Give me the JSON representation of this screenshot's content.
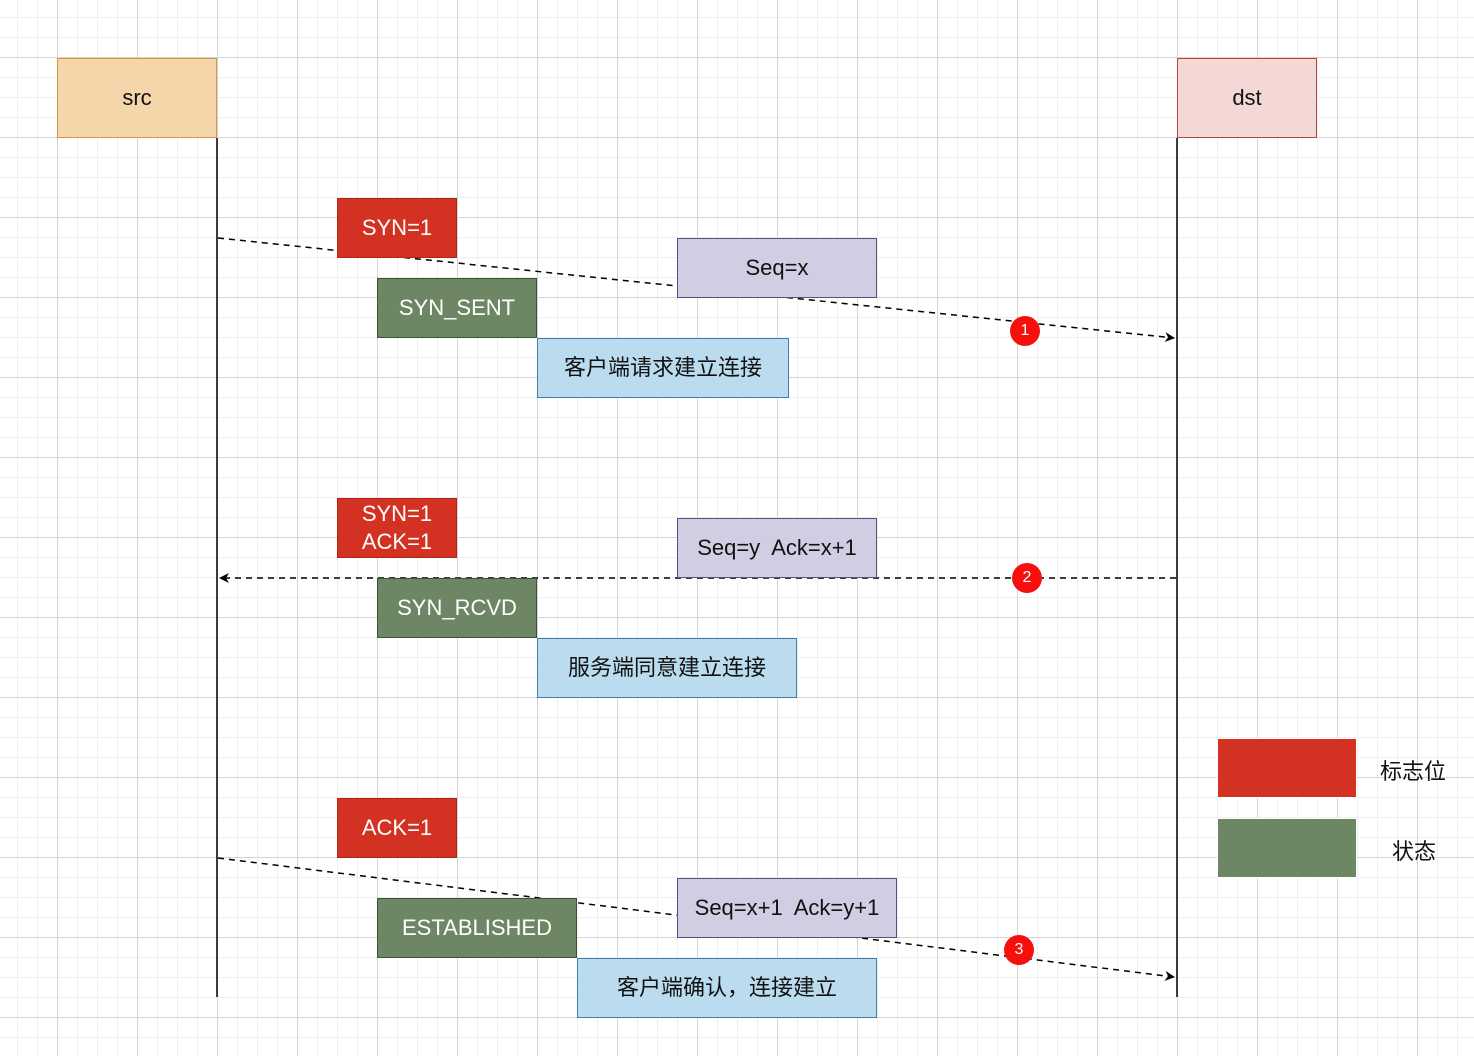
{
  "participants": {
    "src": "src",
    "dst": "dst"
  },
  "steps": [
    {
      "badge": "1",
      "flag": "SYN=1",
      "seq": "Seq=x",
      "state": "SYN_SENT",
      "note": "客户端请求建立连接"
    },
    {
      "badge": "2",
      "flag_line1": "SYN=1",
      "flag_line2": "ACK=1",
      "seq": "Seq=y  Ack=x+1",
      "state": "SYN_RCVD",
      "note": "服务端同意建立连接"
    },
    {
      "badge": "3",
      "flag": "ACK=1",
      "seq": "Seq=x+1  Ack=y+1",
      "state": "ESTABLISHED",
      "note": "客户端确认，连接建立"
    }
  ],
  "legend": [
    {
      "label": "标志位",
      "color": "#d33222"
    },
    {
      "label": "状态",
      "color": "#6d8764"
    }
  ]
}
